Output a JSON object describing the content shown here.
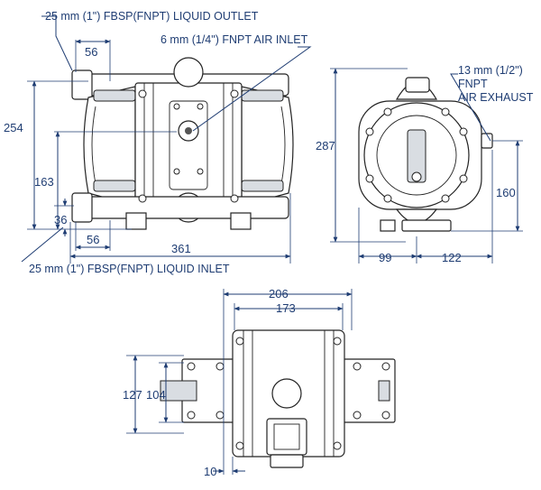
{
  "callouts": {
    "outlet": "25 mm (1\") FBSP(FNPT) LIQUID OUTLET",
    "air_inlet": "6 mm (1/4\") FNPT AIR INLET",
    "air_exhaust_1": "13 mm (1/2\")",
    "air_exhaust_2": "FNPT",
    "air_exhaust_3": "AIR EXHAUST",
    "inlet": "25 mm (1\") FBSP(FNPT) LIQUID INLET"
  },
  "dimensions": {
    "front_outlet_offset": "56",
    "front_height_total": "254",
    "front_height_mid": "163",
    "front_inlet_height": "36",
    "front_inlet_offset": "56",
    "front_width": "361",
    "side_height": "287",
    "side_exhaust_height": "160",
    "side_left_depth": "99",
    "side_right_depth": "122",
    "top_width_outer": "206",
    "top_width_inner": "173",
    "top_depth_outer": "127",
    "top_depth_inner": "104",
    "top_offset": "10"
  }
}
